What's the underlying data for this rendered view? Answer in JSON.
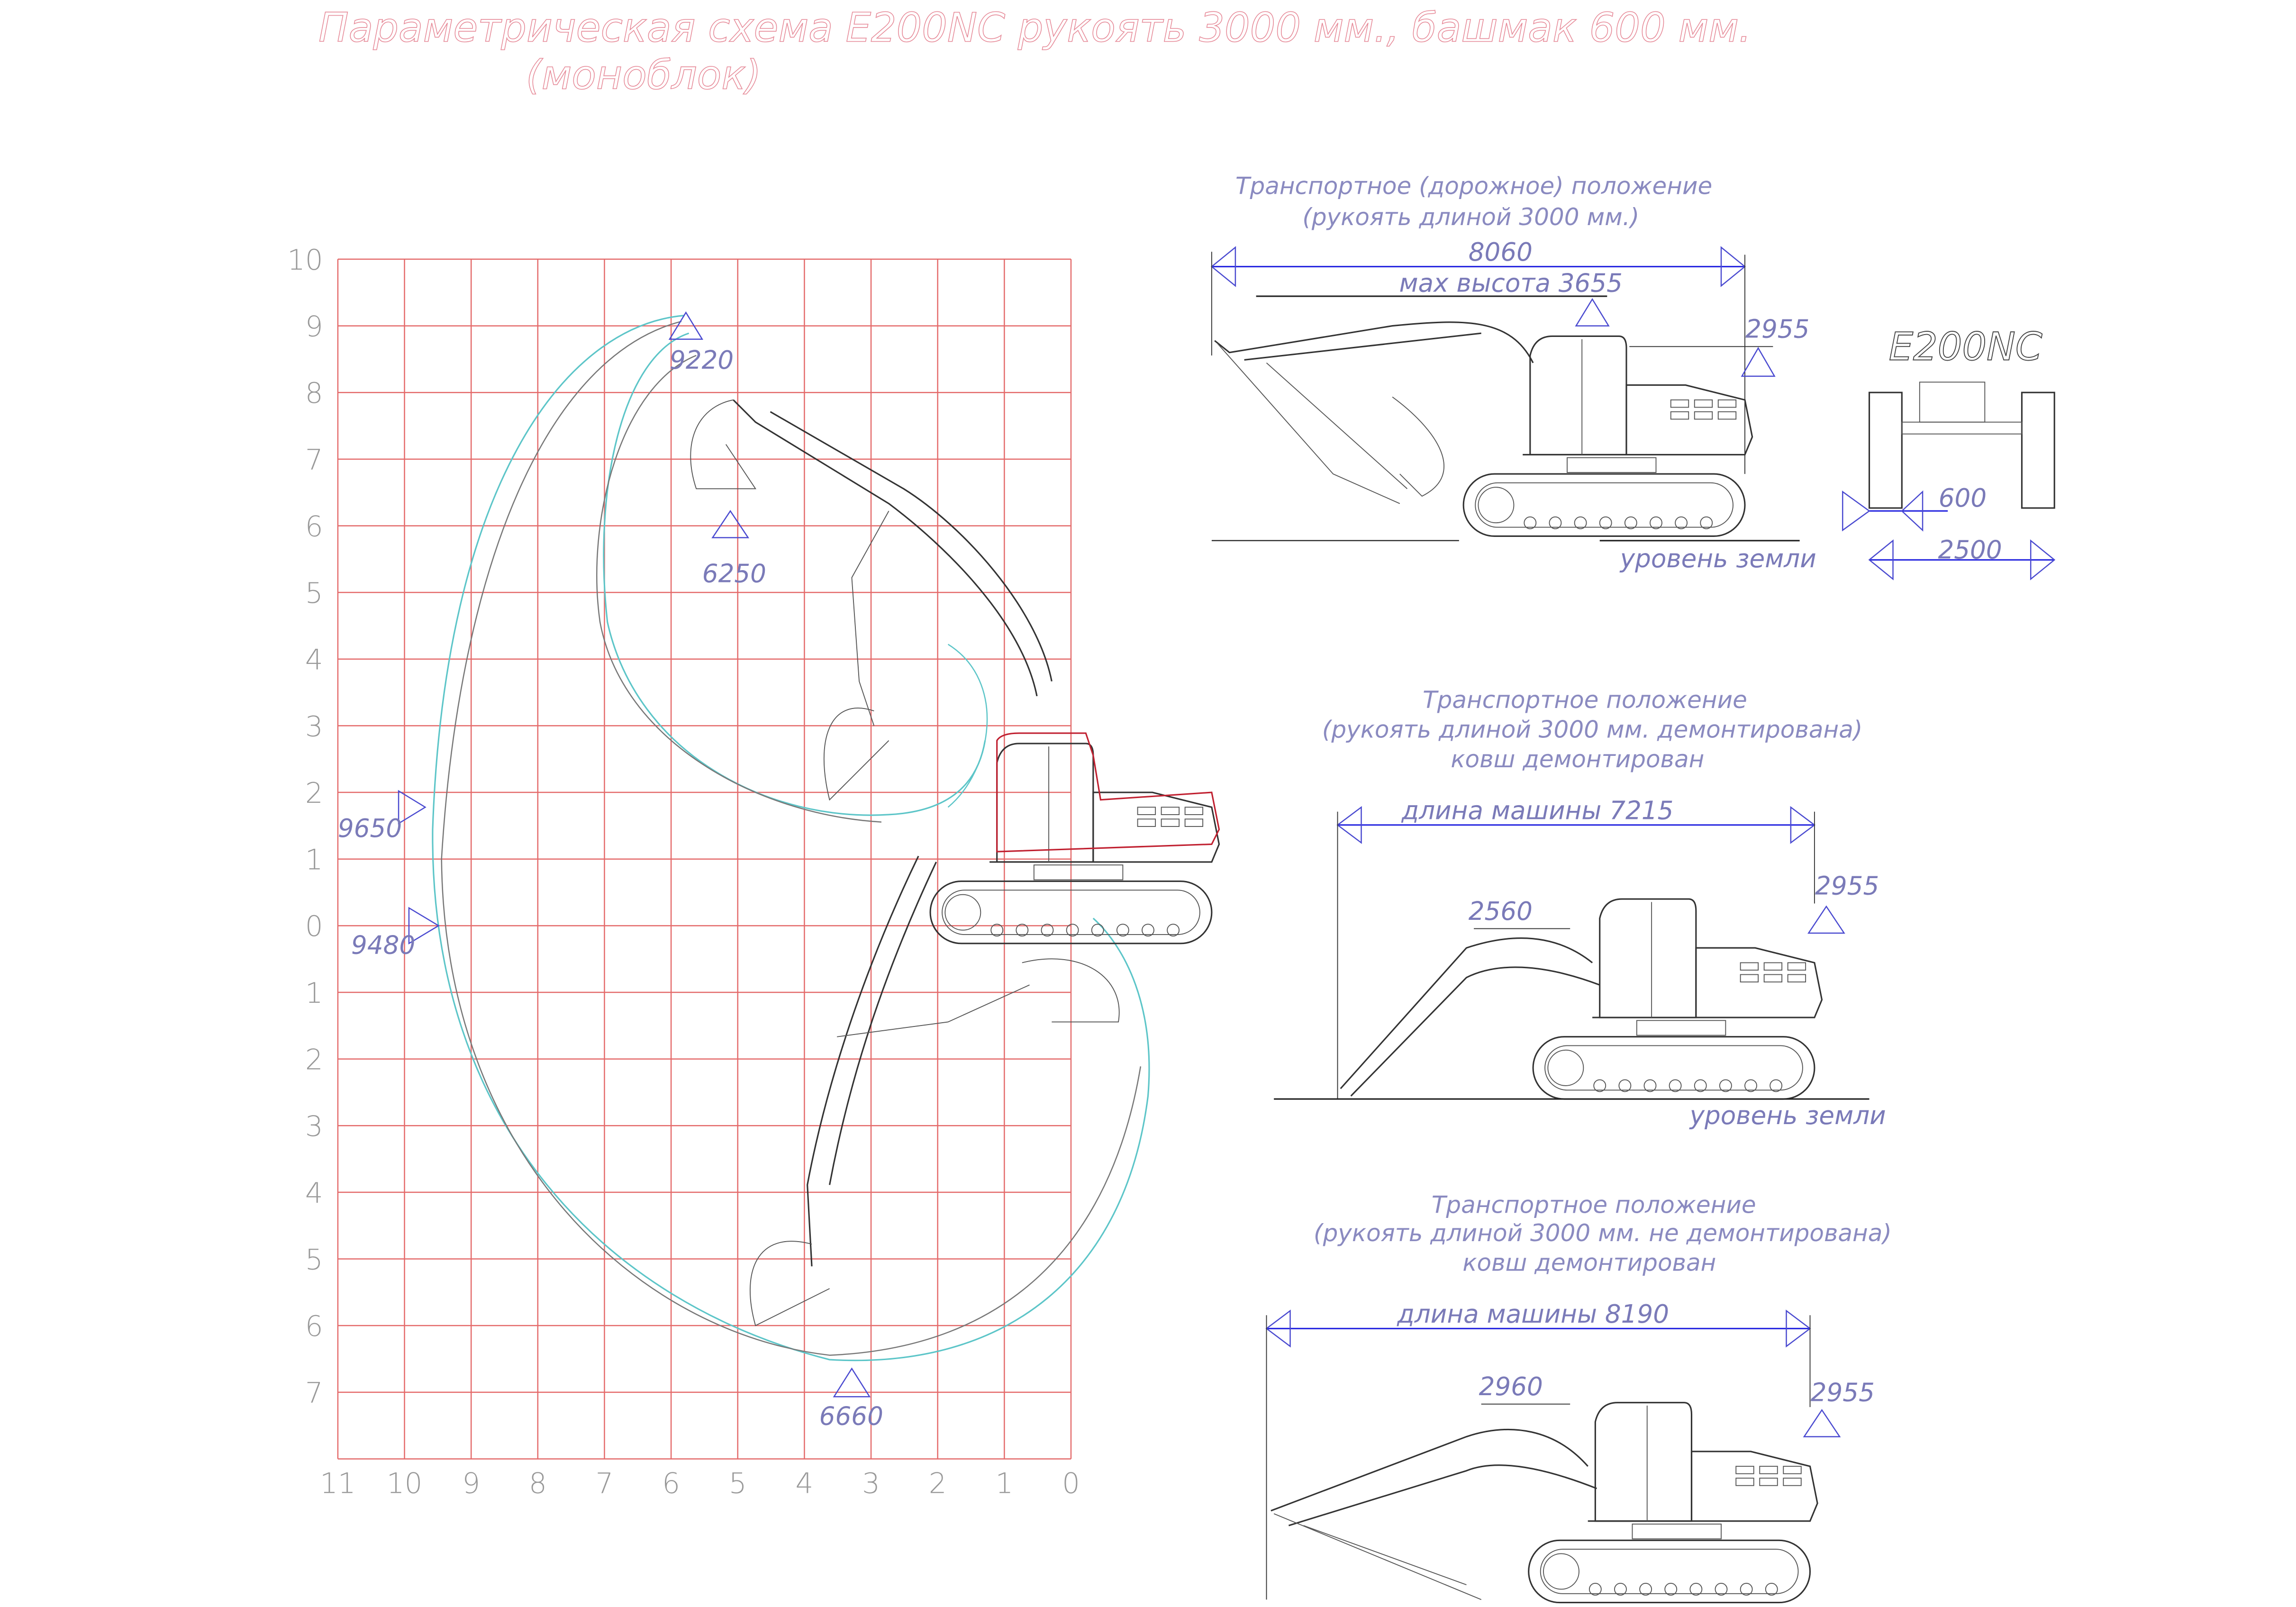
{
  "title": {
    "line1": "Параметрическая схема E200NC рукоять 3000 мм., башмак 600 мм.",
    "line2": "(моноблок)"
  },
  "work_range": {
    "x_ticks": [
      "11",
      "10",
      "9",
      "8",
      "7",
      "6",
      "5",
      "4",
      "3",
      "2",
      "1",
      "0"
    ],
    "y_ticks": [
      "10",
      "9",
      "8",
      "7",
      "6",
      "5",
      "4",
      "3",
      "2",
      "1",
      "0",
      "1",
      "2",
      "3",
      "4",
      "5",
      "6",
      "7"
    ],
    "annotations": {
      "max_cut_height": "9220",
      "max_dump_height": "6250",
      "max_reach": "9650",
      "max_reach_ground": "9480",
      "max_dig_depth": "6660"
    }
  },
  "road_position": {
    "title1": "Транспортное (дорожное) положение",
    "title2": "(рукоять длиной 3000 мм.)",
    "length": "8060",
    "max_height": "мах высота 3655",
    "cab_height": "2955",
    "ground": "уровень земли"
  },
  "front_view": {
    "model": "E200NC",
    "shoe_width": "600",
    "track_width": "2500"
  },
  "transport_arm_removed": {
    "title1": "Транспортное положение",
    "title2": "(рукоять длиной 3000 мм. демонтирована)",
    "title3": "ковш демонтирован",
    "length": "длина машины 7215",
    "boom_height": "2560",
    "cab_height": "2955",
    "ground": "уровень земли"
  },
  "transport_arm_attached": {
    "title1": "Транспортное положение",
    "title2": "(рукоять длиной 3000 мм. не демонтирована)",
    "title3": "ковш демонтирован",
    "length": "длина машины 8190",
    "boom_height": "2960",
    "cab_height": "2955"
  }
}
